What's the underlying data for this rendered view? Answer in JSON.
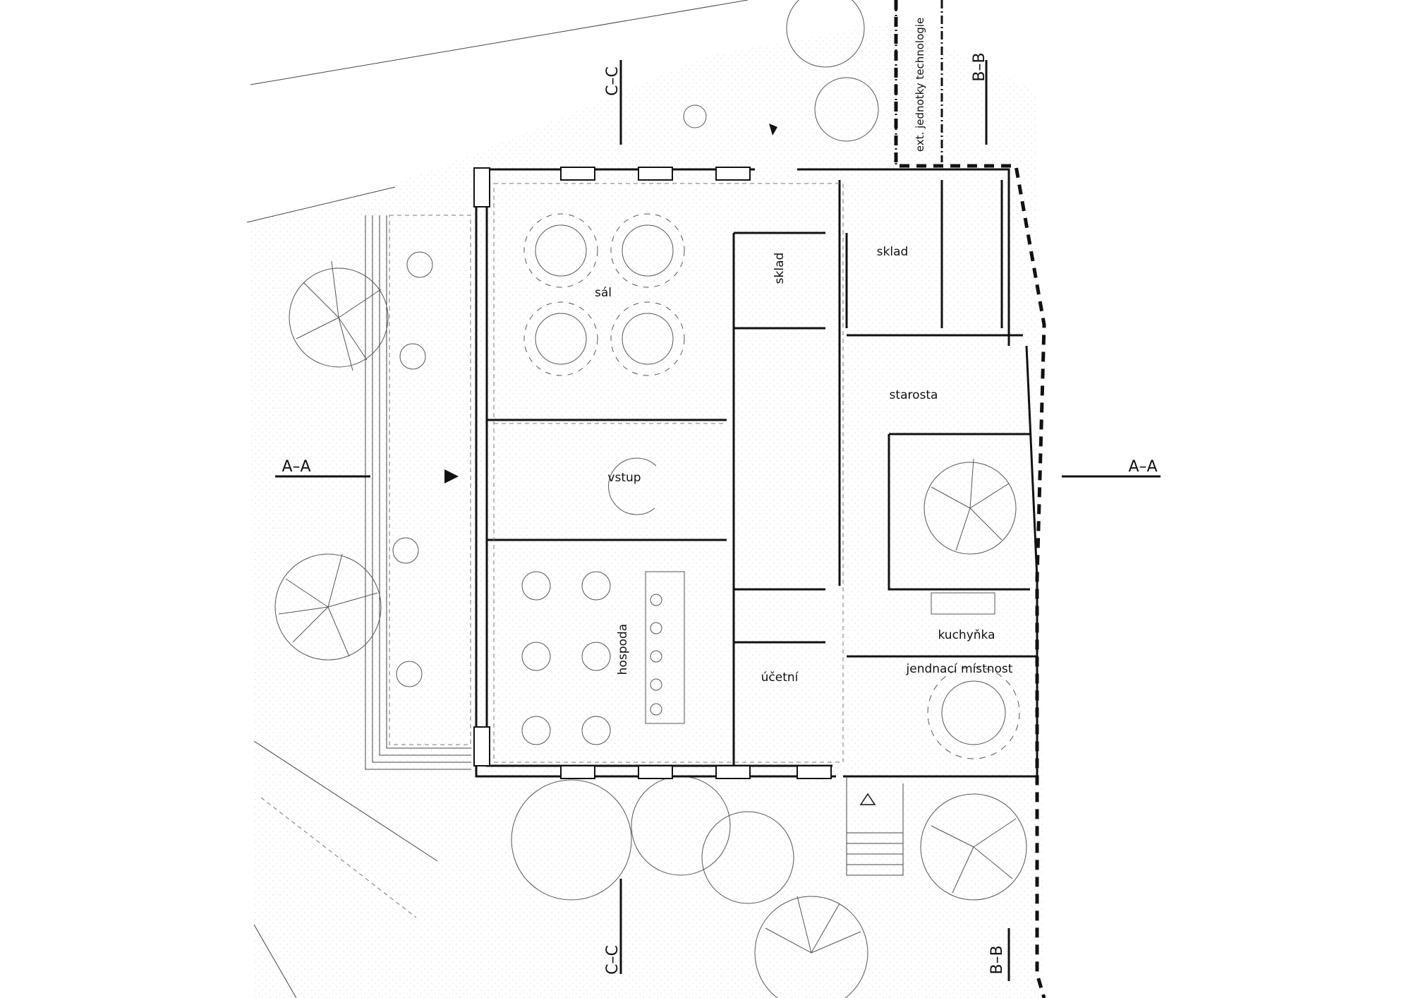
{
  "rooms": {
    "sal": "sál",
    "vstup": "vstup",
    "hospoda": "hospoda",
    "sklad_1": "sklad",
    "sklad_2": "sklad",
    "starosta": "starosta",
    "kuchynka": "kuchyňka",
    "jednaci": "jendnací místnost",
    "ucetni": "účetní"
  },
  "sections": {
    "a_left": "A–A",
    "a_right": "A–A",
    "b_top": "B–B",
    "b_bottom": "B–B",
    "c_top": "C–C",
    "c_bottom": "C–C"
  },
  "annotations": {
    "ext_units": "ext. jednotky technologie"
  }
}
